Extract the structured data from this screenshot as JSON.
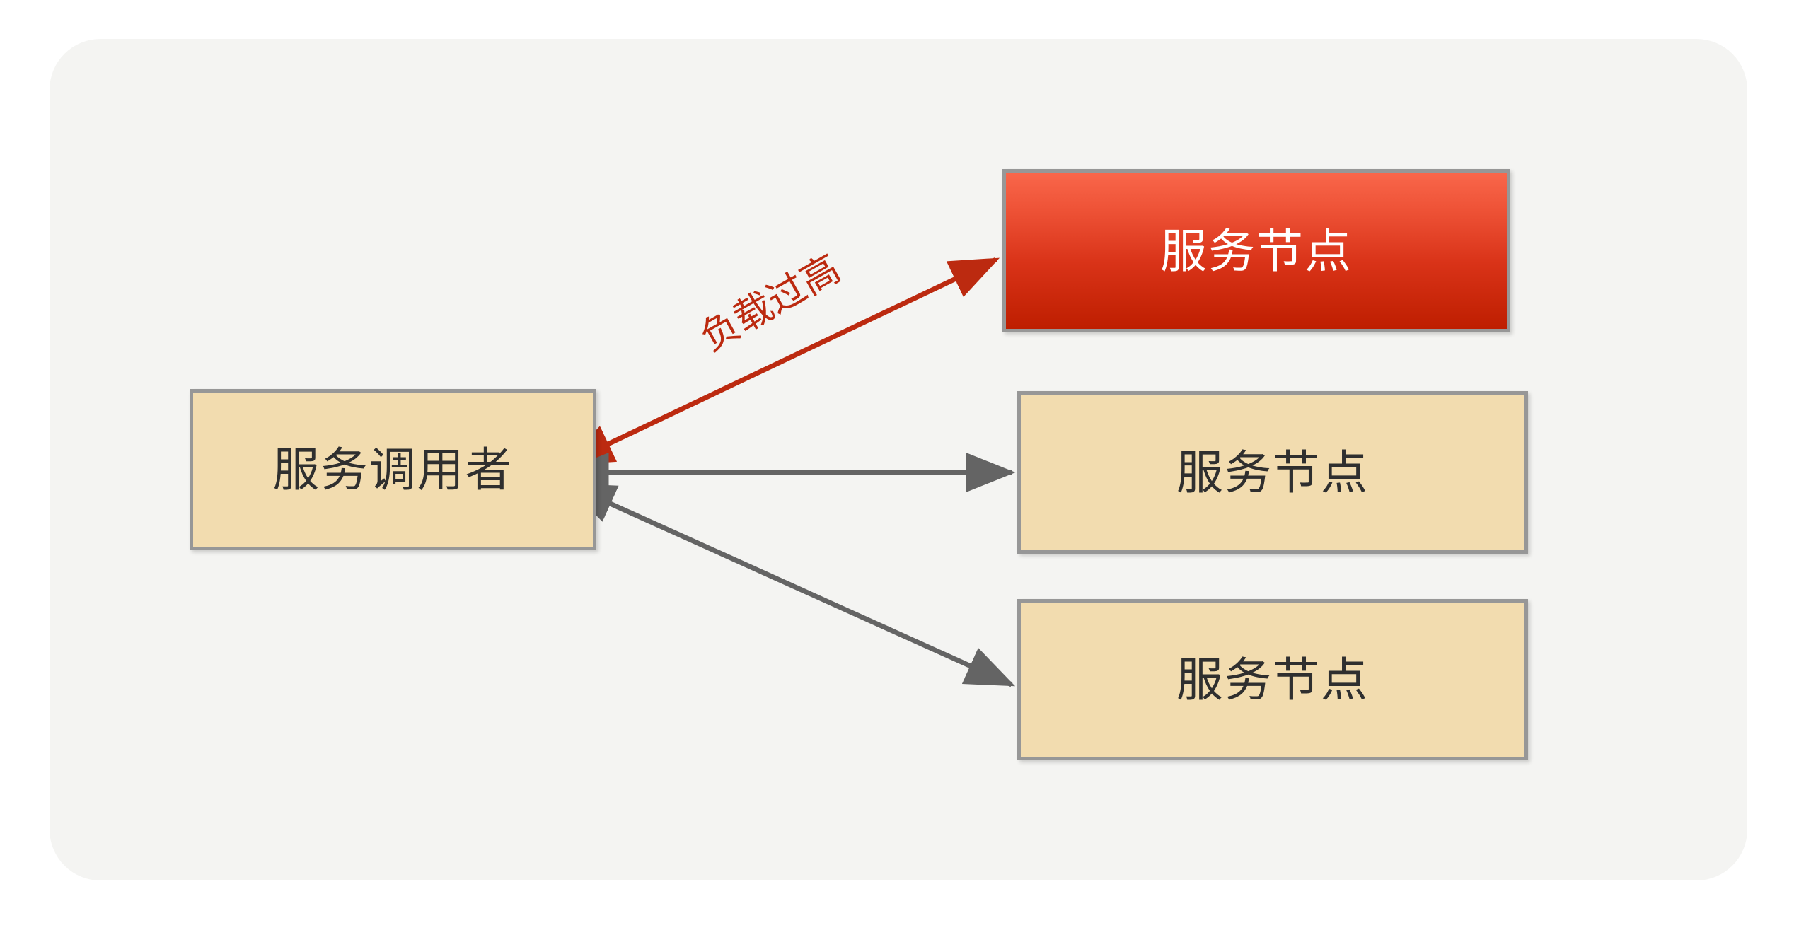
{
  "diagram": {
    "background_color": "#ffffff",
    "panel_color": "#f4f4f2",
    "nodes": [
      {
        "id": "caller",
        "label": "服务调用者",
        "role": "service-caller",
        "style": "tan",
        "fill": "#f2dcaf",
        "border": "#979797",
        "text_color": "#2f2f2f",
        "state": "normal"
      },
      {
        "id": "node1",
        "label": "服务节点",
        "role": "service-node",
        "style": "red-gradient",
        "fill_top": "#f9674b",
        "fill_bottom": "#be1e00",
        "border": "#979797",
        "text_color": "#ffffff",
        "state": "overloaded"
      },
      {
        "id": "node2",
        "label": "服务节点",
        "role": "service-node",
        "style": "tan",
        "fill": "#f2dcaf",
        "border": "#979797",
        "text_color": "#2f2f2f",
        "state": "normal"
      },
      {
        "id": "node3",
        "label": "服务节点",
        "role": "service-node",
        "style": "tan",
        "fill": "#f2dcaf",
        "border": "#979797",
        "text_color": "#2f2f2f",
        "state": "normal"
      }
    ],
    "edges": [
      {
        "id": "edge-overloaded",
        "from": "caller",
        "to": "node1",
        "label": "负载过高",
        "color": "#bc2a10",
        "arrowheads": "both",
        "stroke_width": 7
      },
      {
        "id": "edge-normal-1",
        "from": "caller",
        "to": "node2",
        "label": "",
        "color": "#646464",
        "arrowheads": "both",
        "stroke_width": 7
      },
      {
        "id": "edge-normal-2",
        "from": "caller",
        "to": "node3",
        "label": "",
        "color": "#646464",
        "arrowheads": "both",
        "stroke_width": 7
      }
    ]
  }
}
